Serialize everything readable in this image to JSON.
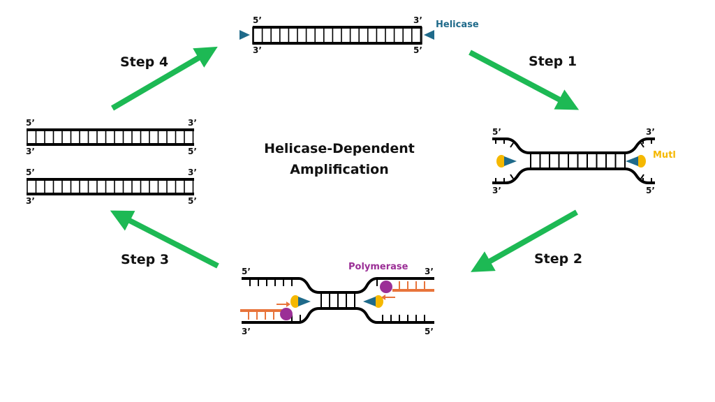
{
  "title": {
    "line1": "Helicase-Dependent",
    "line2": "Amplification"
  },
  "steps": [
    {
      "label": "Step 1"
    },
    {
      "label": "Step 2"
    },
    {
      "label": "Step 3"
    },
    {
      "label": "Step 4"
    }
  ],
  "labels": {
    "helicase": "Helicase",
    "mutl": "Mutl",
    "polymerase": "Polymerase",
    "five_prime": "5’",
    "three_prime": "3’"
  },
  "colors": {
    "arrow": "#1db954",
    "helicase": "#1f6a8a",
    "mutl": "#f5b800",
    "polymerase": "#9b2f96",
    "primer": "#e8743b",
    "dna": "#000000"
  }
}
